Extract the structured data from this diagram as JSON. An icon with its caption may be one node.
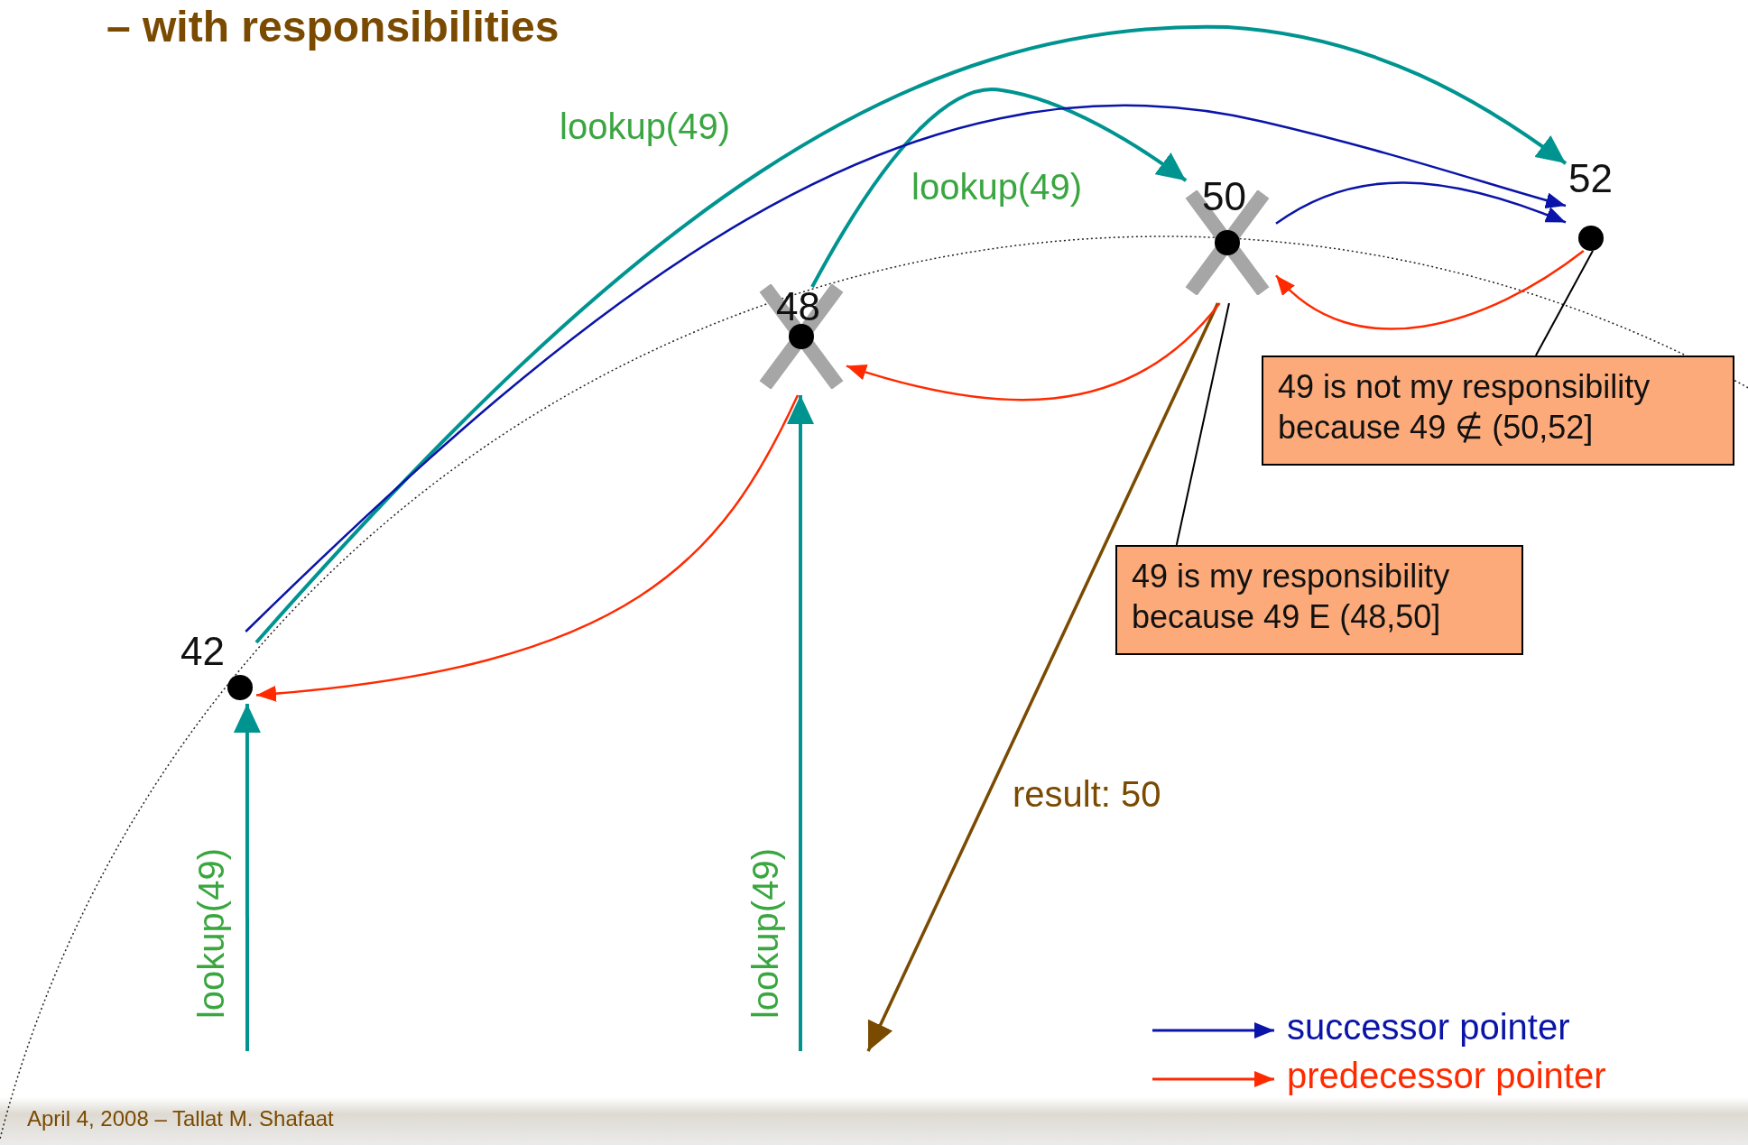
{
  "diagram": {
    "title": "– with responsibilities",
    "nodes": [
      {
        "text": [
          "42"
        ]
      },
      {
        "text": [
          "48"
        ]
      },
      {
        "text": [
          "50"
        ]
      },
      {
        "text": [
          "52"
        ]
      },
      {
        "text": [
          "49 is my responsibility because 49 E (48,50]"
        ]
      },
      {
        "text": [
          "49 is not my responsibility because 49 ∉ (50,52]"
        ]
      }
    ],
    "edges": [
      {
        "from": null,
        "to": 0,
        "arrow": "to",
        "label": "lookup(49)"
      },
      {
        "from": 0,
        "to": 3,
        "arrow": "to",
        "label": "lookup(49)"
      },
      {
        "from": null,
        "to": 1,
        "arrow": "to",
        "label": "lookup(49)"
      },
      {
        "from": 1,
        "to": 2,
        "arrow": "to",
        "label": "lookup(49)"
      },
      {
        "from": 2,
        "to": null,
        "arrow": "to",
        "label": "result: 50",
        "color": "#7a4a00"
      },
      {
        "from": 0,
        "to": 3,
        "arrow": "to",
        "color": "#0a14a8"
      },
      {
        "from": 2,
        "to": 3,
        "arrow": "to",
        "color": "#0a14a8"
      },
      {
        "from": 3,
        "to": 2,
        "arrow": "to",
        "color": "#ff2a00"
      },
      {
        "from": 2,
        "to": 1,
        "arrow": "to",
        "color": "#ff2a00"
      },
      {
        "from": 1,
        "to": 0,
        "arrow": "to",
        "color": "#ff2a00"
      },
      {
        "from": 4,
        "to": 2,
        "arrow": "none",
        "color": "#000000"
      },
      {
        "from": 5,
        "to": 3,
        "arrow": "none",
        "color": "#000000"
      }
    ],
    "labels": [
      "April 4, 2008 – Tallat M. Shafaat"
    ],
    "legend": [
      {
        "text": "successor pointer"
      },
      {
        "text": "predecessor pointer"
      }
    ]
  }
}
